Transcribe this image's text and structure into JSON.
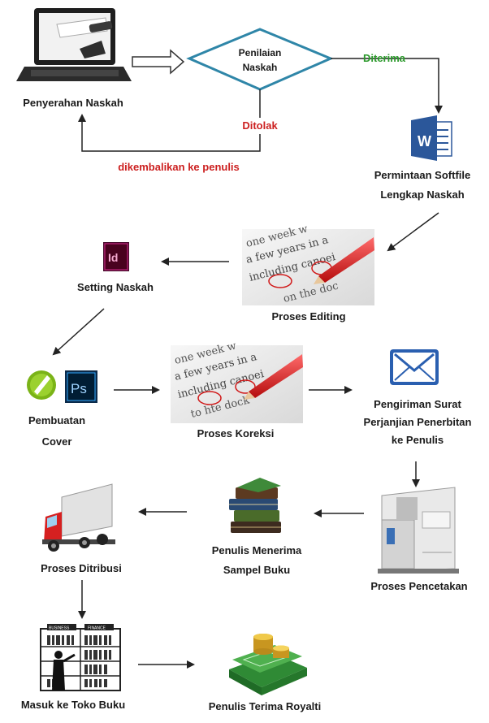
{
  "steps": {
    "penyerahan": "Penyerahan Naskah",
    "penilaian_line1": "Penilaian",
    "penilaian_line2": "Naskah",
    "diterima": "Diterima",
    "ditolak": "Ditolak",
    "dikembalikan": "dikembalikan ke penulis",
    "permintaan_line1": "Permintaan Softfile",
    "permintaan_line2": "Lengkap Naskah",
    "editing": "Proses Editing",
    "setting": "Setting Naskah",
    "cover_line1": "Pembuatan",
    "cover_line2": "Cover",
    "koreksi": "Proses Koreksi",
    "surat_line1": "Pengiriman Surat",
    "surat_line2": "Perjanjian Penerbitan",
    "surat_line3": "ke Penulis",
    "pencetakan": "Proses Pencetakan",
    "sampel_line1": "Penulis Menerima",
    "sampel_line2": "Sampel Buku",
    "distribusi": "Proses Ditribusi",
    "toko": "Masuk ke Toko Buku",
    "royalti": "Penulis Terima Royalti"
  },
  "icons": {
    "word_letter": "W",
    "indesign_letter": "Id",
    "photoshop_letter": "Ps"
  },
  "proofreading_text": [
    "one week w",
    "a few years in a",
    "including canoei",
    "to hte dock",
    "on the doc"
  ],
  "shelf_signs": [
    "BUSINESS",
    "FINANCE"
  ],
  "colors": {
    "accepted": "#2c9a2c",
    "rejected": "#cc1f1f",
    "diamond_stroke": "#2f86a8"
  }
}
